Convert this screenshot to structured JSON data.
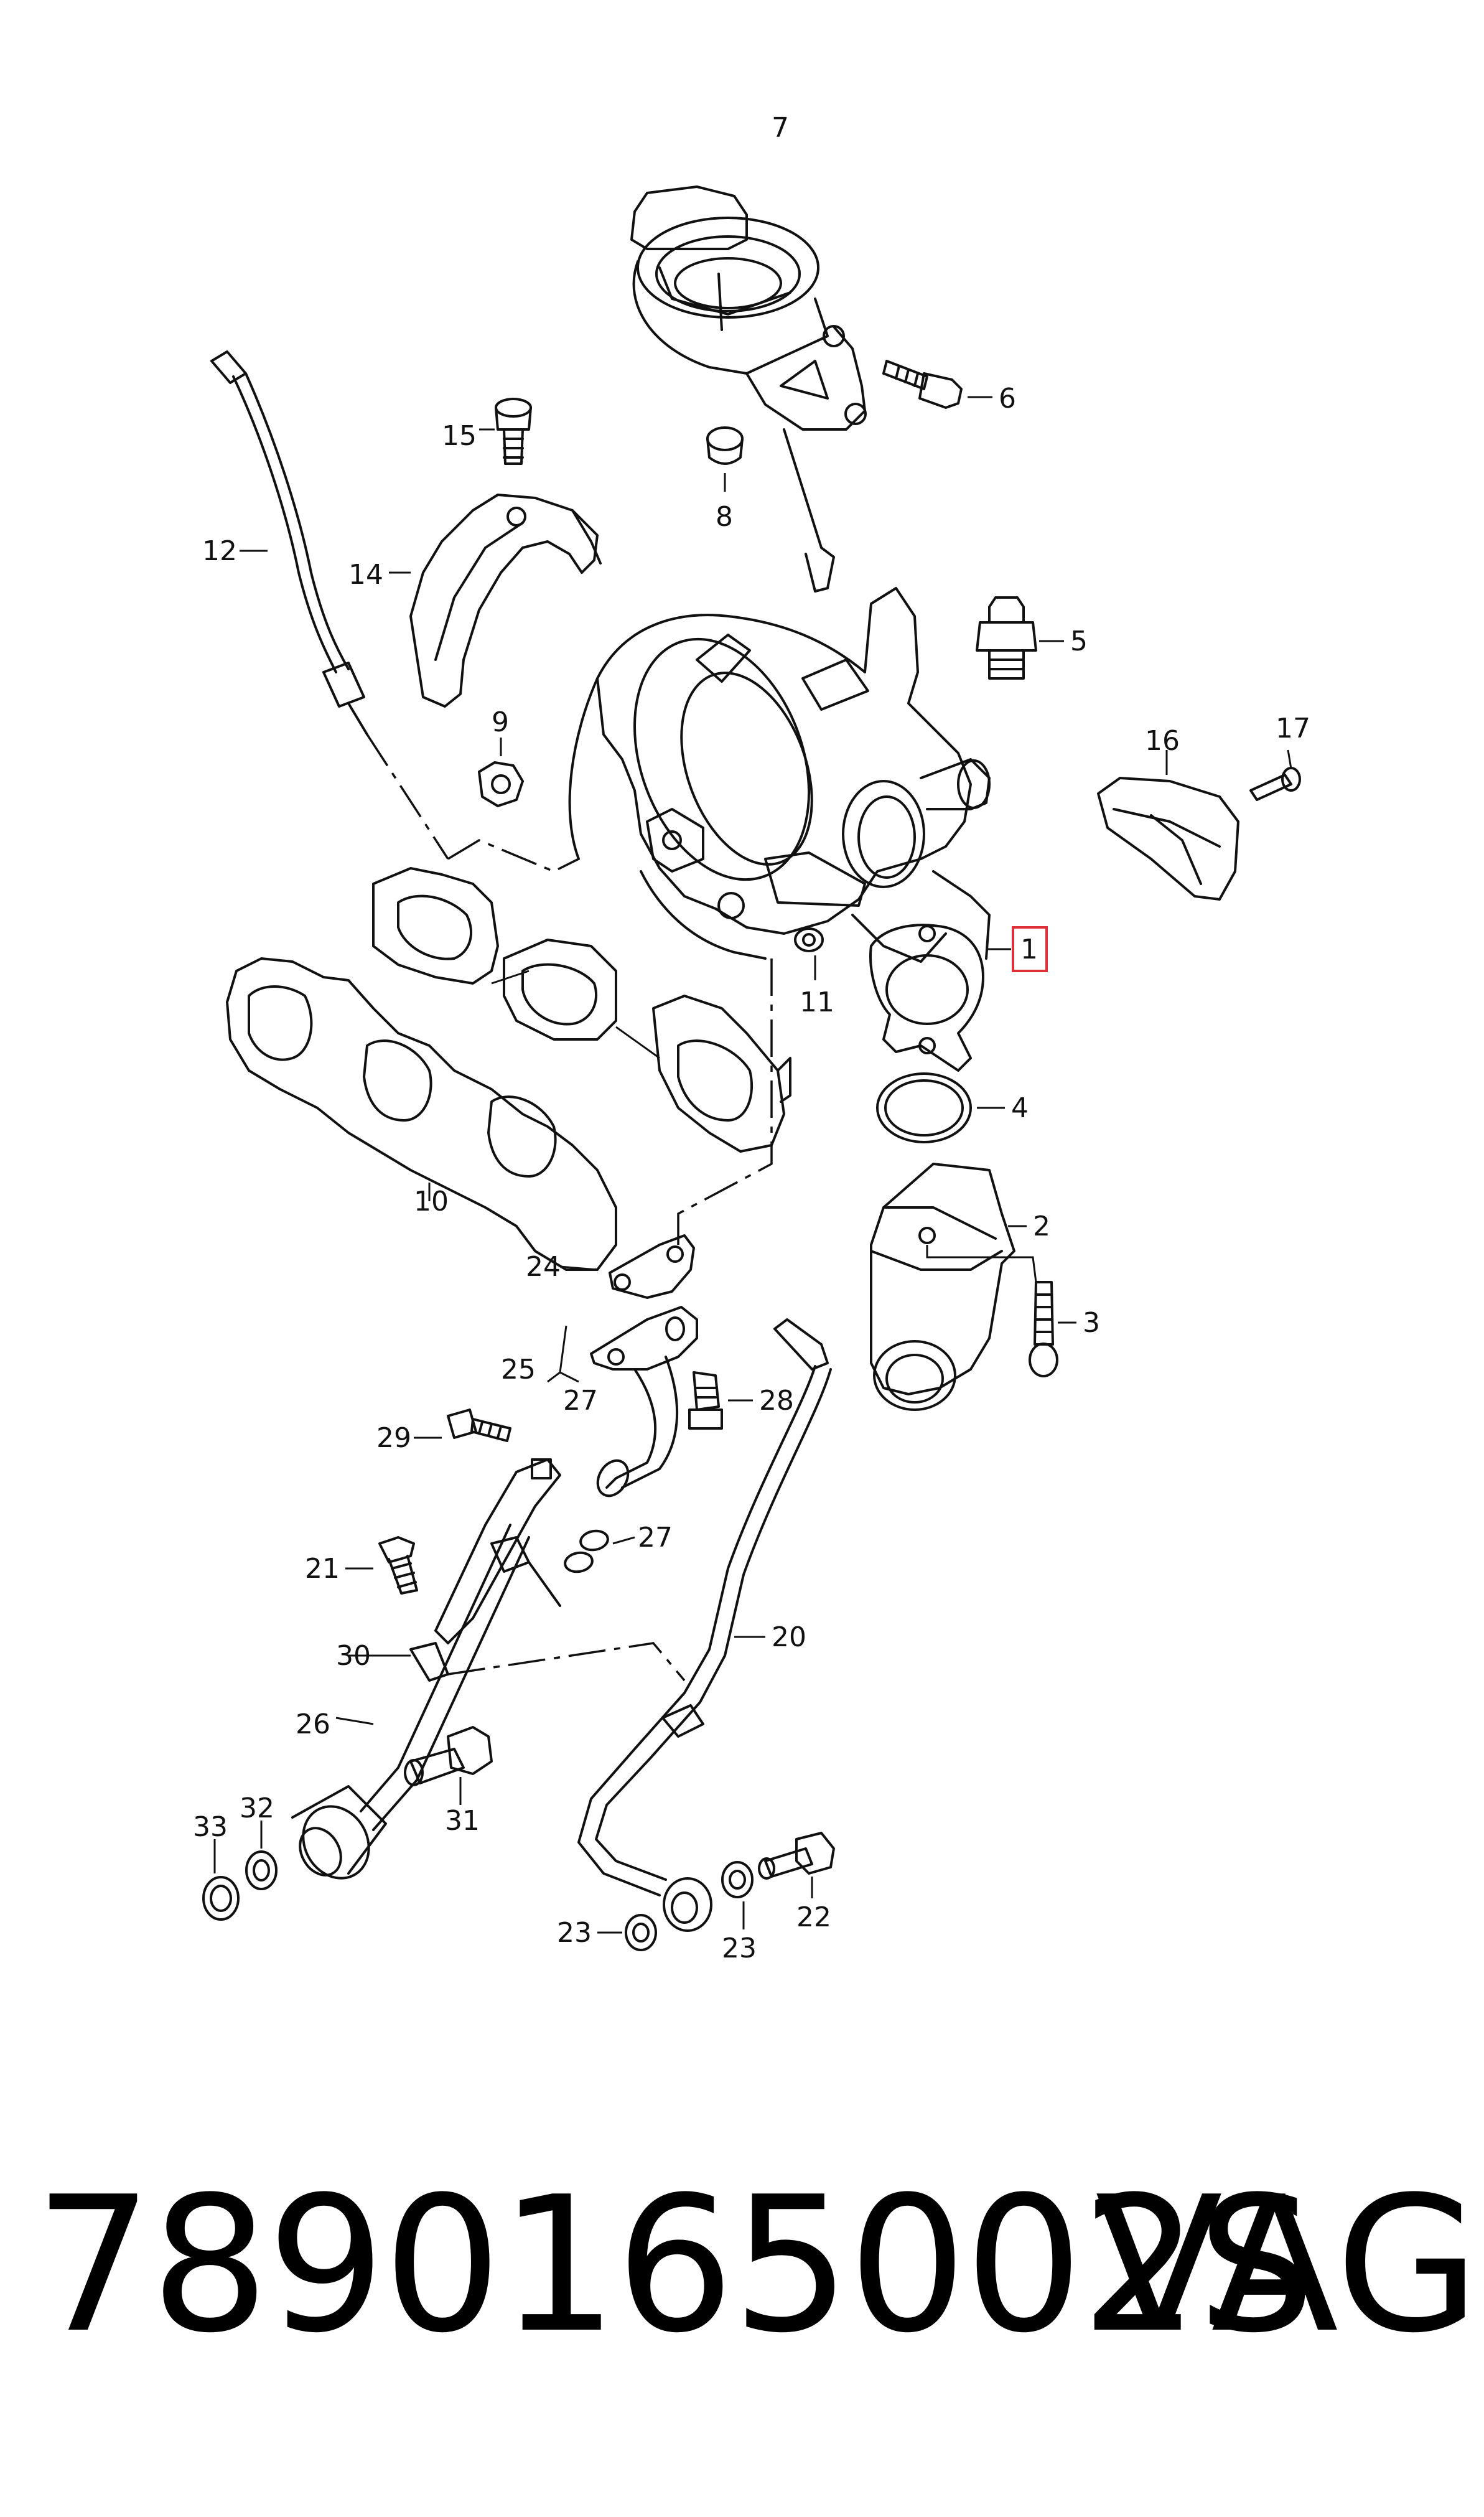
{
  "diagram": {
    "highlight_color": "#e0303a",
    "highlighted_part": "1",
    "labels": {
      "p1": "1",
      "p2": "2",
      "p3": "3",
      "p4": "4",
      "p5": "5",
      "p6": "6",
      "p7": "7",
      "p8": "8",
      "p9": "9",
      "p10": "10",
      "p11": "11",
      "p12": "12",
      "p14": "14",
      "p15": "15",
      "p16": "16",
      "p17": "17",
      "p20": "20",
      "p21": "21",
      "p22": "22",
      "p23a": "23",
      "p23b": "23",
      "p24": "24",
      "p25": "25",
      "p26": "26",
      "p27a": "27",
      "p27b": "27",
      "p28": "28",
      "p29": "29",
      "p30": "30",
      "p31": "31",
      "p32": "32",
      "p33": "33"
    }
  },
  "footer": {
    "part_number": "7890165002S",
    "brand": "VAG"
  }
}
